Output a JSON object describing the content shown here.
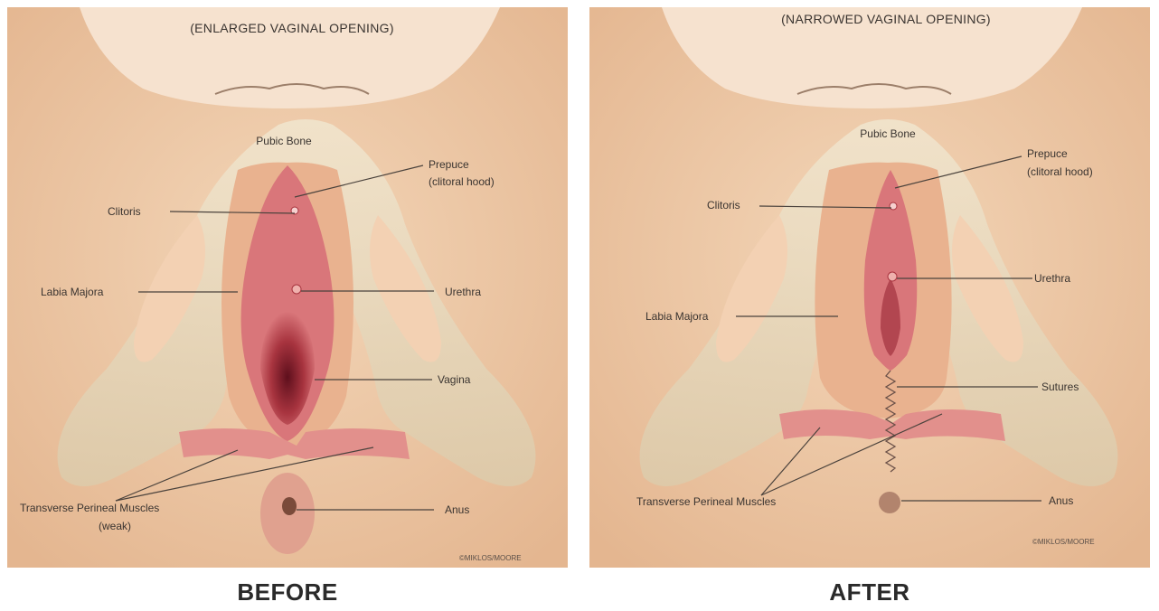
{
  "before": {
    "heading": "(ENLARGED VAGINAL OPENING)",
    "labels": {
      "pubic_bone": "Pubic Bone",
      "prepuce": "Prepuce",
      "prepuce_sub": "(clitoral hood)",
      "clitoris": "Clitoris",
      "labia_majora": "Labia Majora",
      "urethra": "Urethra",
      "vagina": "Vagina",
      "transverse": "Transverse Perineal Muscles",
      "transverse_sub": "(weak)",
      "anus": "Anus"
    },
    "copyright": "©MIKLOS/MOORE",
    "caption": "BEFORE"
  },
  "after": {
    "heading": "(NARROWED VAGINAL OPENING)",
    "labels": {
      "pubic_bone": "Pubic Bone",
      "prepuce": "Prepuce",
      "prepuce_sub": "(clitoral hood)",
      "clitoris": "Clitoris",
      "urethra": "Urethra",
      "labia_majora": "Labia Majora",
      "sutures": "Sutures",
      "transverse": "Transverse Perineal Muscles",
      "anus": "Anus"
    },
    "copyright": "©MIKLOS/MOORE",
    "caption": "AFTER"
  },
  "colors": {
    "skin": "#f1cfae",
    "skin_dark": "#e2b48e",
    "bone": "#e9dcc2",
    "tissue": "#d9767a",
    "tissue_dark": "#a8343f",
    "muscle": "#e2908c"
  }
}
